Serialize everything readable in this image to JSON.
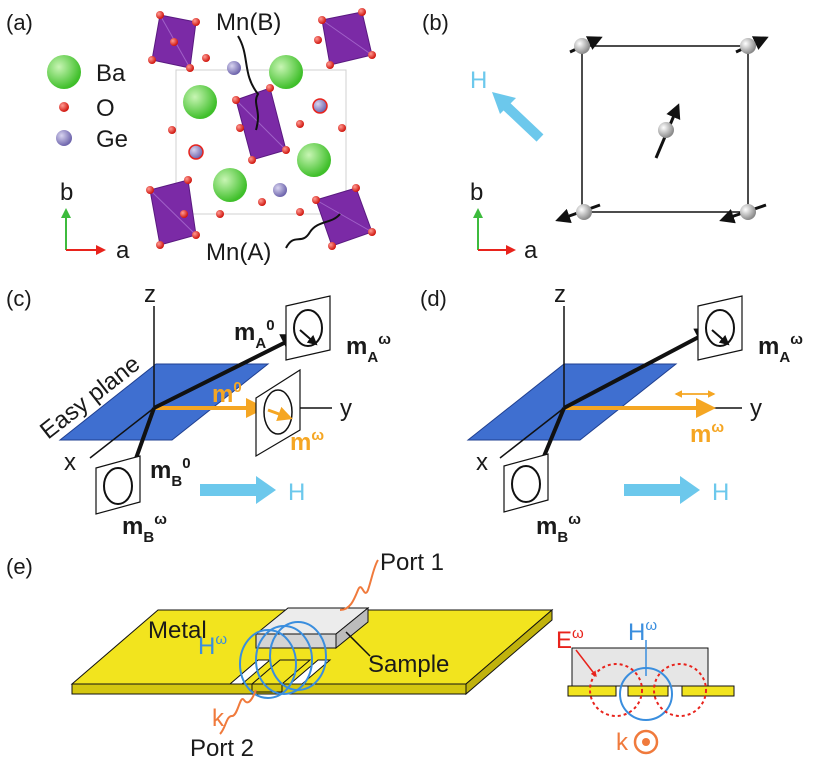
{
  "panels": {
    "a": {
      "tag": "(a)",
      "legend": [
        {
          "label": "Ba",
          "color": "#5fd34a"
        },
        {
          "label": "O",
          "color": "#e8231c"
        },
        {
          "label": "Ge",
          "color": "#8c84c4"
        }
      ],
      "site_b": "Mn(B)",
      "site_a": "Mn(A)",
      "axis_b": "b",
      "axis_a": "a",
      "octahedron_color": "#7b2aa6"
    },
    "b": {
      "tag": "(b)",
      "field": "H",
      "axis_b": "b",
      "axis_a": "a"
    },
    "c": {
      "tag": "(c)",
      "z": "z",
      "y": "y",
      "x": "x",
      "plane": "Easy plane",
      "mA0": "m",
      "mA0_sub": "A",
      "mA0_sup": "0",
      "mAw": "m",
      "mAw_sub": "A",
      "mAw_sup": "ω",
      "m0": "m",
      "m0_sup": "0",
      "mw": "m",
      "mw_sup": "ω",
      "mB0": "m",
      "mB0_sub": "B",
      "mB0_sup": "0",
      "mBw": "m",
      "mBw_sub": "B",
      "mBw_sup": "ω",
      "field": "H"
    },
    "d": {
      "tag": "(d)",
      "z": "z",
      "y": "y",
      "x": "x",
      "mAw": "m",
      "mAw_sub": "A",
      "mAw_sup": "ω",
      "mw": "m",
      "mw_sup": "ω",
      "mBw": "m",
      "mBw_sub": "B",
      "mBw_sup": "ω",
      "field": "H"
    },
    "e": {
      "tag": "(e)",
      "port1": "Port 1",
      "port2": "Port 2",
      "metal": "Metal",
      "sample": "Sample",
      "Hw": "H",
      "Hw_sup": "ω",
      "k": "k",
      "Ew": "E",
      "Ew_sup": "ω",
      "Hw2": "H",
      "Hw2_sup": "ω",
      "k2": "k"
    }
  },
  "colors": {
    "field_arrow": "#6cc8ec",
    "magnetization_orange": "#f5a623",
    "easy_plane": "#3f6fd0",
    "metal": "#f2e41e",
    "sample": "#dcdcdc",
    "rf_orange": "#f07a3c",
    "h_blue": "#3a8ede",
    "e_red": "#e8231c",
    "axis_green": "#3dbb3d",
    "axis_red": "#e8231c"
  }
}
